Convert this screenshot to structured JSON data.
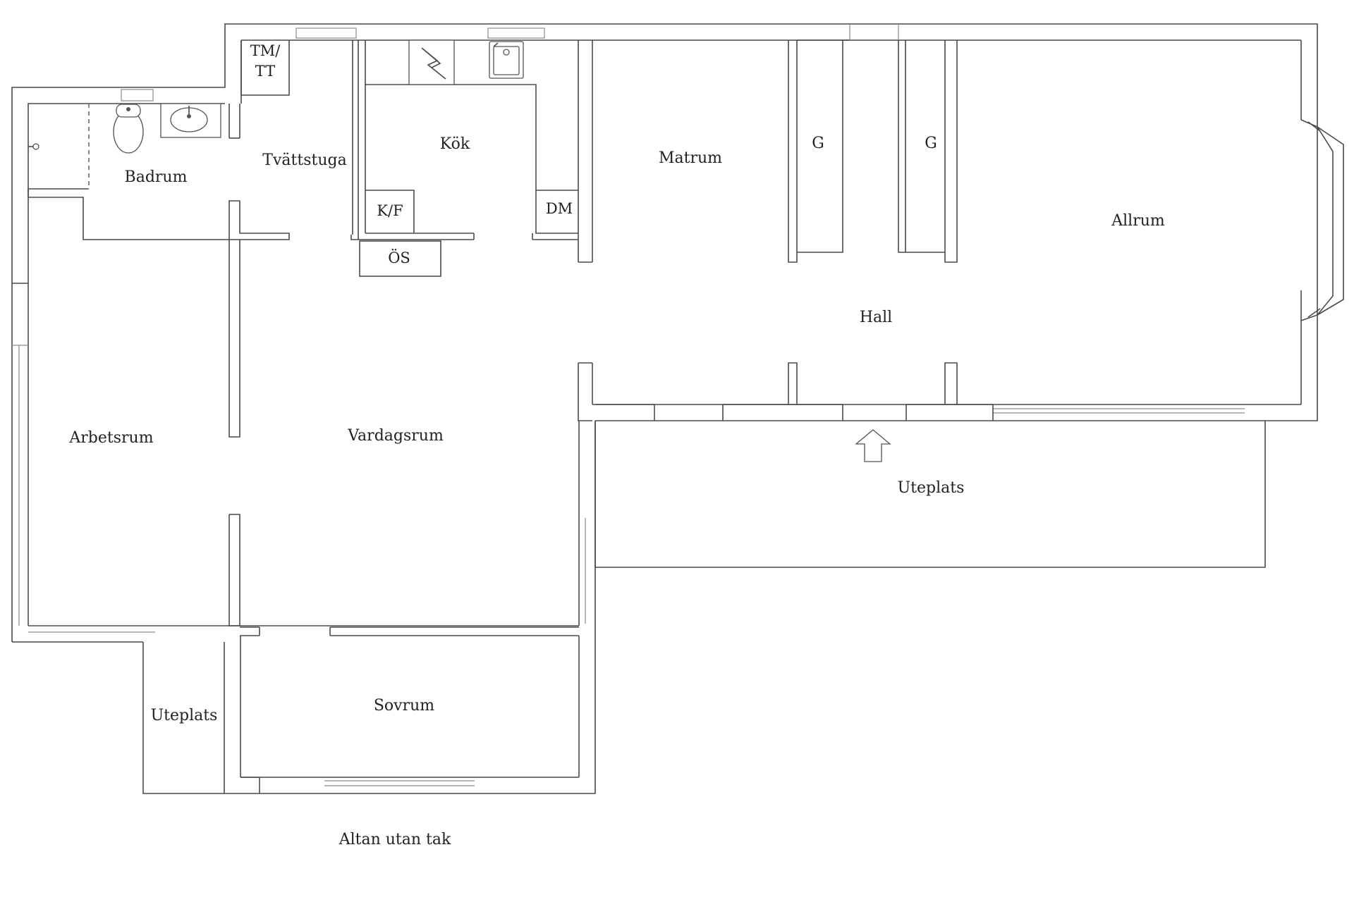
{
  "rooms": {
    "badrum": "Badrum",
    "tvattstuga": "Tvättstuga",
    "tm_tt_line1": "TM/",
    "tm_tt_line2": "TT",
    "kok": "Kök",
    "kf": "K/F",
    "dm": "DM",
    "os": "ÖS",
    "matrum": "Matrum",
    "g1": "G",
    "g2": "G",
    "allrum": "Allrum",
    "hall": "Hall",
    "arbetsrum": "Arbetsrum",
    "vardagsrum": "Vardagsrum",
    "uteplats_right": "Uteplats",
    "uteplats_left": "Uteplats",
    "sovrum": "Sovrum",
    "altan": "Altan utan tak"
  },
  "icons": {
    "entrance": "entrance-arrow-icon",
    "toilet": "toilet-icon",
    "sink": "sink-icon",
    "kitchen_sink": "kitchen-sink-icon",
    "stove": "stove-icon",
    "shower": "shower-icon"
  }
}
